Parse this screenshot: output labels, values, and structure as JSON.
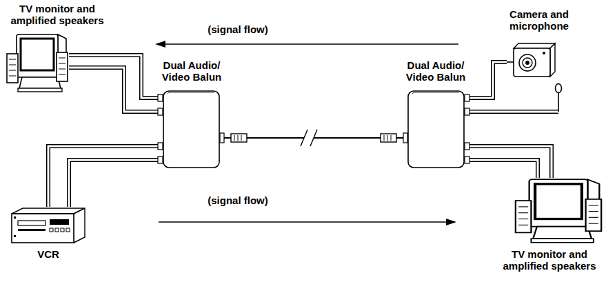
{
  "diagram": {
    "nodes": [
      {
        "text": [
          "TV monitor and amplified speakers"
        ]
      },
      {
        "text": [
          "Dual Audio/ Video Balun"
        ]
      },
      {
        "text": [
          "Dual Audio/ Video Balun"
        ]
      },
      {
        "text": [
          "Camera and microphone"
        ]
      },
      {
        "text": [
          "VCR"
        ]
      },
      {
        "text": [
          "TV monitor and amplified speakers"
        ]
      }
    ],
    "edges": [
      {
        "from": 1,
        "to": 0,
        "arrow": "none"
      },
      {
        "from": 4,
        "to": 1,
        "arrow": "none"
      },
      {
        "from": 1,
        "to": 2,
        "arrow": "none"
      },
      {
        "from": 3,
        "to": 2,
        "arrow": "none"
      },
      {
        "from": 2,
        "to": 5,
        "arrow": "none"
      }
    ],
    "labels": [
      "(signal flow)",
      "(signal flow)"
    ]
  }
}
